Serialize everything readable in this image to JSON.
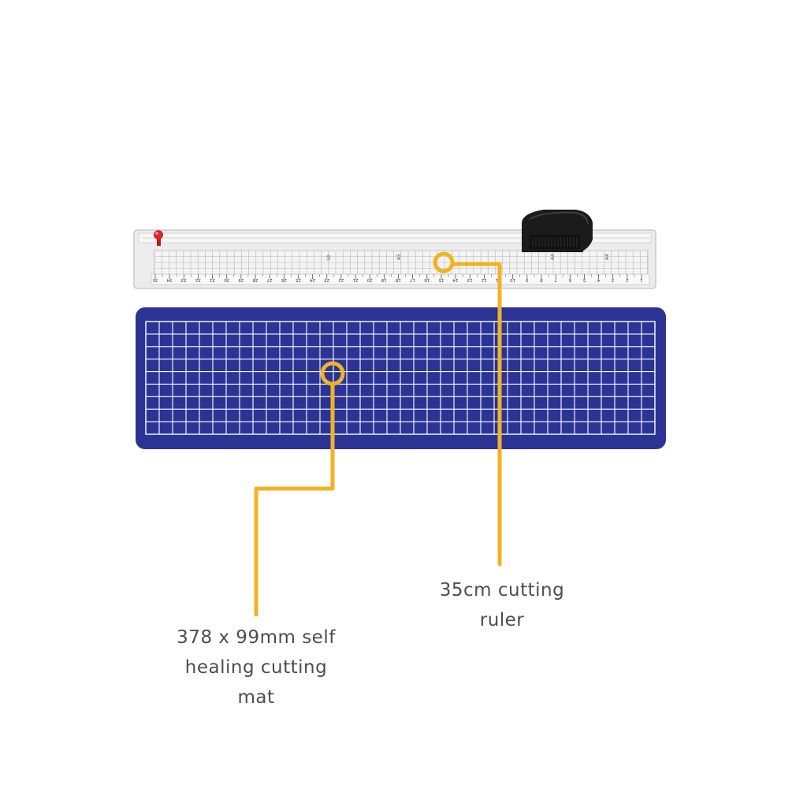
{
  "callouts": {
    "ruler": {
      "line1": "35cm cutting",
      "line2": "ruler"
    },
    "mat": {
      "line1": "378 x 99mm self",
      "line2": "healing cutting",
      "line3": "mat"
    }
  },
  "ruler": {
    "scale_numbers": [
      "35",
      "34",
      "33",
      "32",
      "31",
      "30",
      "29",
      "28",
      "27",
      "26",
      "25",
      "24",
      "23",
      "22",
      "21",
      "20",
      "19",
      "18",
      "17",
      "16",
      "15",
      "14",
      "13",
      "12",
      "11",
      "10",
      "9",
      "8",
      "7",
      "6",
      "5",
      "4",
      "3",
      "2",
      "1"
    ],
    "markings": [
      "A5",
      "A4",
      "A4",
      "10"
    ]
  },
  "colors": {
    "mat": "#2b3394",
    "grid": "#ffffff",
    "callout_line": "#f0b323",
    "ruler_body": "#ececec",
    "cutter_head": "#1a1a1a",
    "pin": "#d8262b",
    "text": "#4d4d4d"
  }
}
